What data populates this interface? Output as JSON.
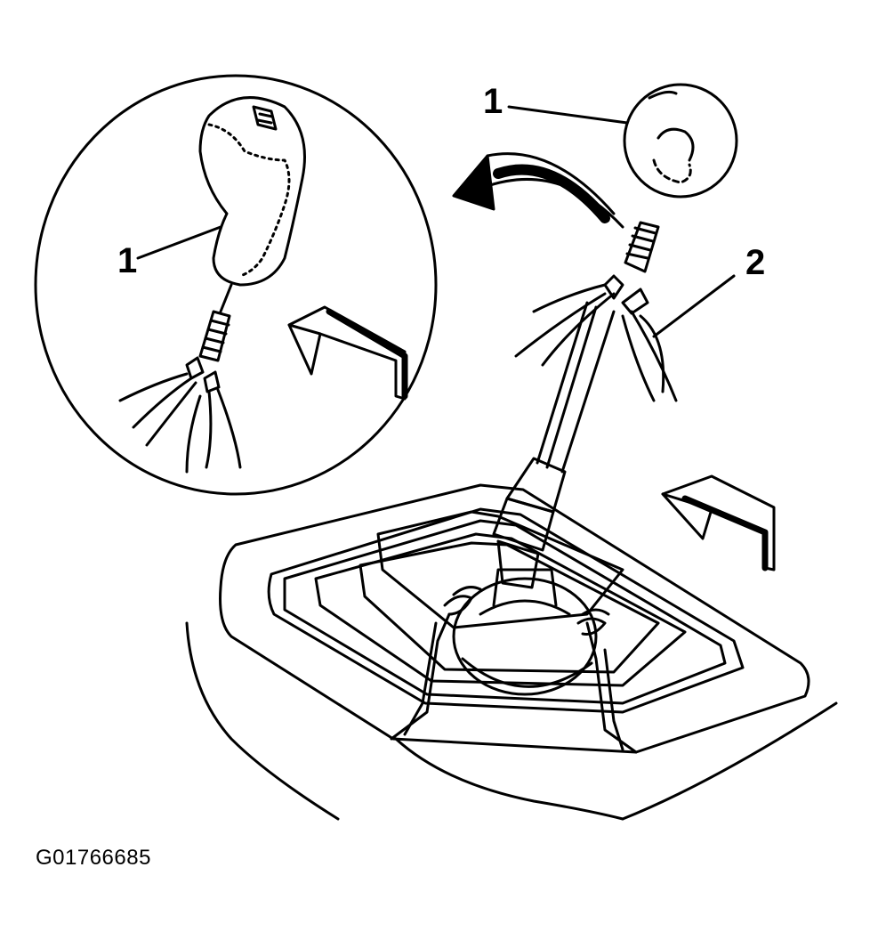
{
  "callouts": {
    "detail_knob_label": "1",
    "main_knob_label": "1",
    "boot_label": "2"
  },
  "figure_id": "G01766685",
  "colors": {
    "ink": "#000000",
    "paper": "#ffffff"
  }
}
